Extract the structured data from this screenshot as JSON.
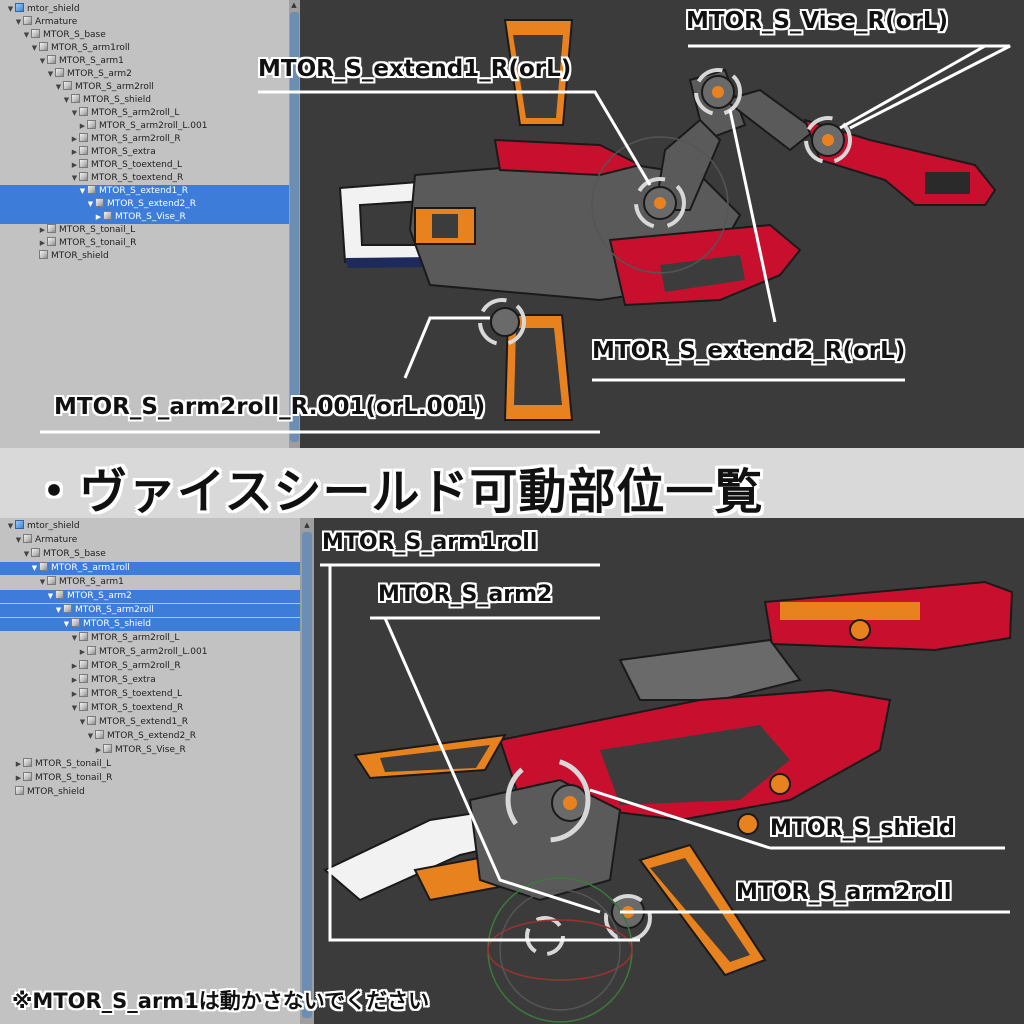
{
  "title": "・ヴァイスシールド可動部位一覧",
  "note": "※MTOR_S_arm1は動かさないでください",
  "top_hierarchy": [
    {
      "label": "mtor_shield",
      "indent": 0,
      "arrow": "▼",
      "root": true,
      "selected": false
    },
    {
      "label": "Armature",
      "indent": 1,
      "arrow": "▼",
      "root": false,
      "selected": false
    },
    {
      "label": "MTOR_S_base",
      "indent": 2,
      "arrow": "▼",
      "root": false,
      "selected": false
    },
    {
      "label": "MTOR_S_arm1roll",
      "indent": 3,
      "arrow": "▼",
      "root": false,
      "selected": false
    },
    {
      "label": "MTOR_S_arm1",
      "indent": 4,
      "arrow": "▼",
      "root": false,
      "selected": false
    },
    {
      "label": "MTOR_S_arm2",
      "indent": 5,
      "arrow": "▼",
      "root": false,
      "selected": false
    },
    {
      "label": "MTOR_S_arm2roll",
      "indent": 6,
      "arrow": "▼",
      "root": false,
      "selected": false
    },
    {
      "label": "MTOR_S_shield",
      "indent": 7,
      "arrow": "▼",
      "root": false,
      "selected": false
    },
    {
      "label": "MTOR_S_arm2roll_L",
      "indent": 8,
      "arrow": "▼",
      "root": false,
      "selected": false
    },
    {
      "label": "MTOR_S_arm2roll_L.001",
      "indent": 9,
      "arrow": "▶",
      "root": false,
      "selected": false
    },
    {
      "label": "MTOR_S_arm2roll_R",
      "indent": 8,
      "arrow": "▶",
      "root": false,
      "selected": false
    },
    {
      "label": "MTOR_S_extra",
      "indent": 8,
      "arrow": "▶",
      "root": false,
      "selected": false
    },
    {
      "label": "MTOR_S_toextend_L",
      "indent": 8,
      "arrow": "▶",
      "root": false,
      "selected": false
    },
    {
      "label": "MTOR_S_toextend_R",
      "indent": 8,
      "arrow": "▼",
      "root": false,
      "selected": false
    },
    {
      "label": "MTOR_S_extend1_R",
      "indent": 9,
      "arrow": "▼",
      "root": false,
      "selected": true
    },
    {
      "label": "MTOR_S_extend2_R",
      "indent": 10,
      "arrow": "▼",
      "root": false,
      "selected": true
    },
    {
      "label": "MTOR_S_Vise_R",
      "indent": 11,
      "arrow": "▶",
      "root": false,
      "selected": true
    },
    {
      "label": "MTOR_S_tonail_L",
      "indent": 4,
      "arrow": "▶",
      "root": false,
      "selected": false
    },
    {
      "label": "MTOR_S_tonail_R",
      "indent": 4,
      "arrow": "▶",
      "root": false,
      "selected": false
    },
    {
      "label": "MTOR_shield",
      "indent": 3,
      "arrow": "",
      "root": false,
      "selected": false
    }
  ],
  "bottom_hierarchy": [
    {
      "label": "mtor_shield",
      "indent": 0,
      "arrow": "▼",
      "root": true,
      "selected": false
    },
    {
      "label": "Armature",
      "indent": 1,
      "arrow": "▼",
      "root": false,
      "selected": false
    },
    {
      "label": "MTOR_S_base",
      "indent": 2,
      "arrow": "▼",
      "root": false,
      "selected": false
    },
    {
      "label": "MTOR_S_arm1roll",
      "indent": 3,
      "arrow": "▼",
      "root": false,
      "selected": true
    },
    {
      "label": "MTOR_S_arm1",
      "indent": 4,
      "arrow": "▼",
      "root": false,
      "selected": false
    },
    {
      "label": "MTOR_S_arm2",
      "indent": 5,
      "arrow": "▼",
      "root": false,
      "selected": true
    },
    {
      "label": "MTOR_S_arm2roll",
      "indent": 6,
      "arrow": "▼",
      "root": false,
      "selected": true
    },
    {
      "label": "MTOR_S_shield",
      "indent": 7,
      "arrow": "▼",
      "root": false,
      "selected": true
    },
    {
      "label": "MTOR_S_arm2roll_L",
      "indent": 8,
      "arrow": "▼",
      "root": false,
      "selected": false
    },
    {
      "label": "MTOR_S_arm2roll_L.001",
      "indent": 9,
      "arrow": "▶",
      "root": false,
      "selected": false
    },
    {
      "label": "MTOR_S_arm2roll_R",
      "indent": 8,
      "arrow": "▶",
      "root": false,
      "selected": false
    },
    {
      "label": "MTOR_S_extra",
      "indent": 8,
      "arrow": "▶",
      "root": false,
      "selected": false
    },
    {
      "label": "MTOR_S_toextend_L",
      "indent": 8,
      "arrow": "▶",
      "root": false,
      "selected": false
    },
    {
      "label": "MTOR_S_toextend_R",
      "indent": 8,
      "arrow": "▼",
      "root": false,
      "selected": false
    },
    {
      "label": "MTOR_S_extend1_R",
      "indent": 9,
      "arrow": "▼",
      "root": false,
      "selected": false
    },
    {
      "label": "MTOR_S_extend2_R",
      "indent": 10,
      "arrow": "▼",
      "root": false,
      "selected": false
    },
    {
      "label": "MTOR_S_Vise_R",
      "indent": 11,
      "arrow": "▶",
      "root": false,
      "selected": false
    },
    {
      "label": "MTOR_S_tonail_L",
      "indent": 1,
      "arrow": "▶",
      "root": false,
      "selected": false
    },
    {
      "label": "MTOR_S_tonail_R",
      "indent": 1,
      "arrow": "▶",
      "root": false,
      "selected": false
    },
    {
      "label": "MTOR_shield",
      "indent": 0,
      "arrow": "",
      "root": false,
      "selected": false
    }
  ],
  "callouts": {
    "extend1": "MTOR_S_extend1_R(orL)",
    "vise": "MTOR_S_Vise_R(orL)",
    "extend2": "MTOR_S_extend2_R(orL)",
    "arm2roll_r001": "MTOR_S_arm2roll_R.001(orL.001)",
    "arm1roll": "MTOR_S_arm1roll",
    "arm2": "MTOR_S_arm2",
    "shield": "MTOR_S_shield",
    "arm2roll": "MTOR_S_arm2roll"
  },
  "colors": {
    "selection": "#3d7dd9",
    "panel": "#c2c2c2",
    "viewport": "#3b3b3b",
    "armor_red": "#c8102e",
    "armor_orange": "#e8821e",
    "frame_gray": "#5a5a5a",
    "armor_white": "#f2f2f2"
  }
}
